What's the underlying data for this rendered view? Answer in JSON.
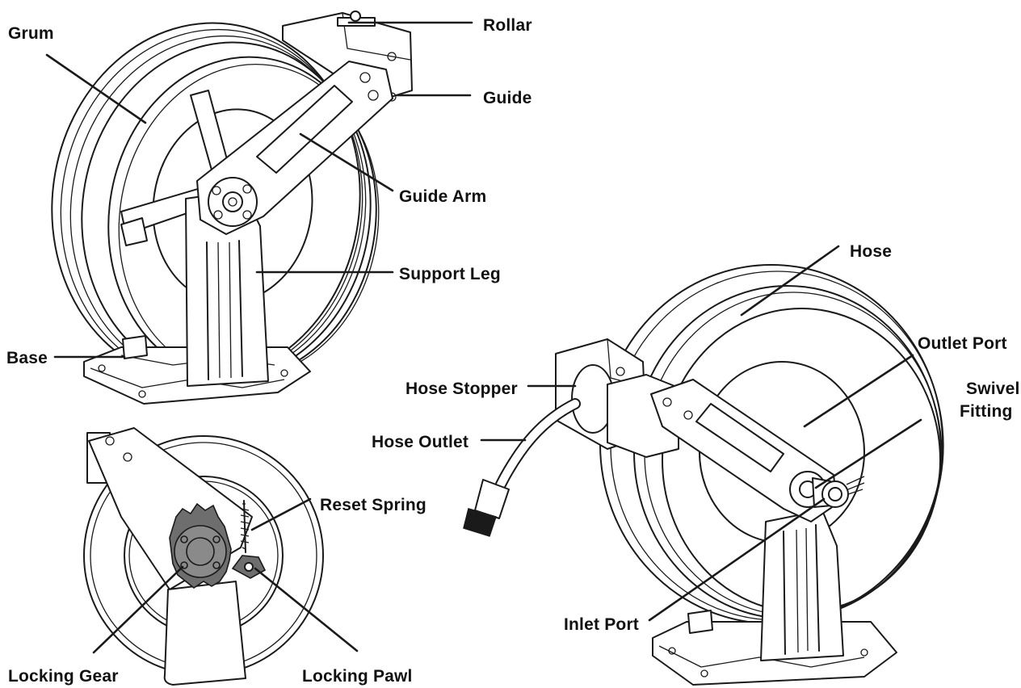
{
  "labels": {
    "grum": "Grum",
    "rollar": "Rollar",
    "guide": "Guide",
    "guide_arm": "Guide Arm",
    "support_leg": "Support Leg",
    "base": "Base",
    "hose": "Hose",
    "outlet_port": "Outlet Port",
    "swivel_line1": "Swivel",
    "swivel_line2": "Fitting",
    "hose_stopper": "Hose Stopper",
    "hose_outlet": "Hose Outlet",
    "reset_spring": "Reset Spring",
    "inlet_port": "Inlet Port",
    "locking_gear": "Locking Gear",
    "locking_pawl": "Locking Pawl"
  }
}
